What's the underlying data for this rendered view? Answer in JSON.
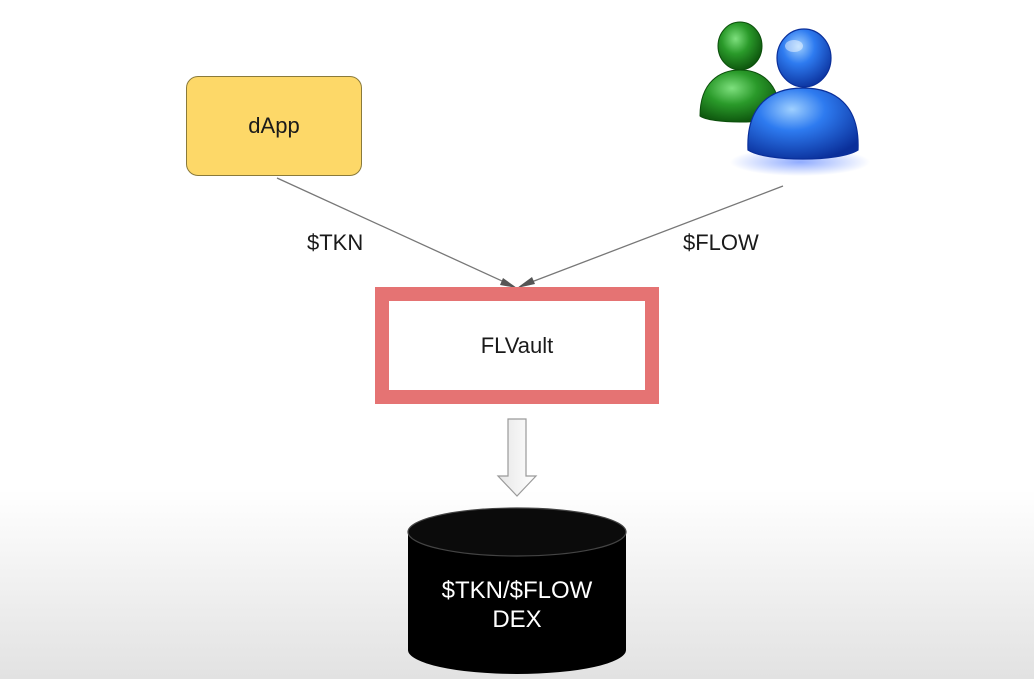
{
  "nodes": {
    "dapp": {
      "label": "dApp"
    },
    "vault": {
      "label": "FLVault"
    },
    "dex": {
      "line1": "$TKN/$FLOW",
      "line2": "DEX"
    }
  },
  "edges": {
    "dapp_to_vault": {
      "label": "$TKN"
    },
    "users_to_vault": {
      "label": "$FLOW"
    }
  },
  "icons": {
    "users": "users-icon"
  },
  "colors": {
    "dapp_fill": "#fdd868",
    "vault_border": "#e57373",
    "dex_fill": "#000000",
    "user_green": "#1f8a1f",
    "user_blue": "#1a5fe0"
  }
}
